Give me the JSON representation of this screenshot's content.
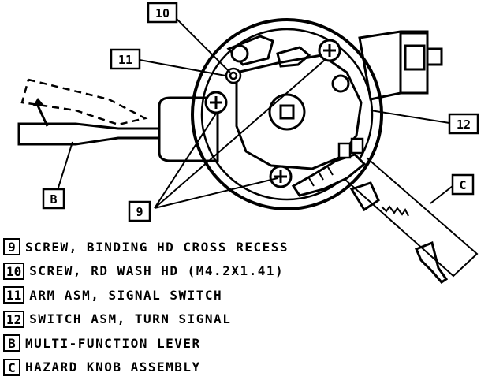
{
  "callouts": {
    "c10": "10",
    "c11": "11",
    "c12": "12",
    "c9": "9",
    "cB": "B",
    "cC": "C"
  },
  "legend": [
    {
      "key": "9",
      "desc": "SCREW, BINDING HD CROSS RECESS"
    },
    {
      "key": "10",
      "desc": "SCREW, RD WASH HD (M4.2X1.41)"
    },
    {
      "key": "11",
      "desc": "ARM ASM, SIGNAL SWITCH"
    },
    {
      "key": "12",
      "desc": "SWITCH ASM, TURN SIGNAL"
    },
    {
      "key": "B",
      "desc": "MULTI-FUNCTION LEVER"
    },
    {
      "key": "C",
      "desc": "HAZARD KNOB ASSEMBLY"
    }
  ]
}
